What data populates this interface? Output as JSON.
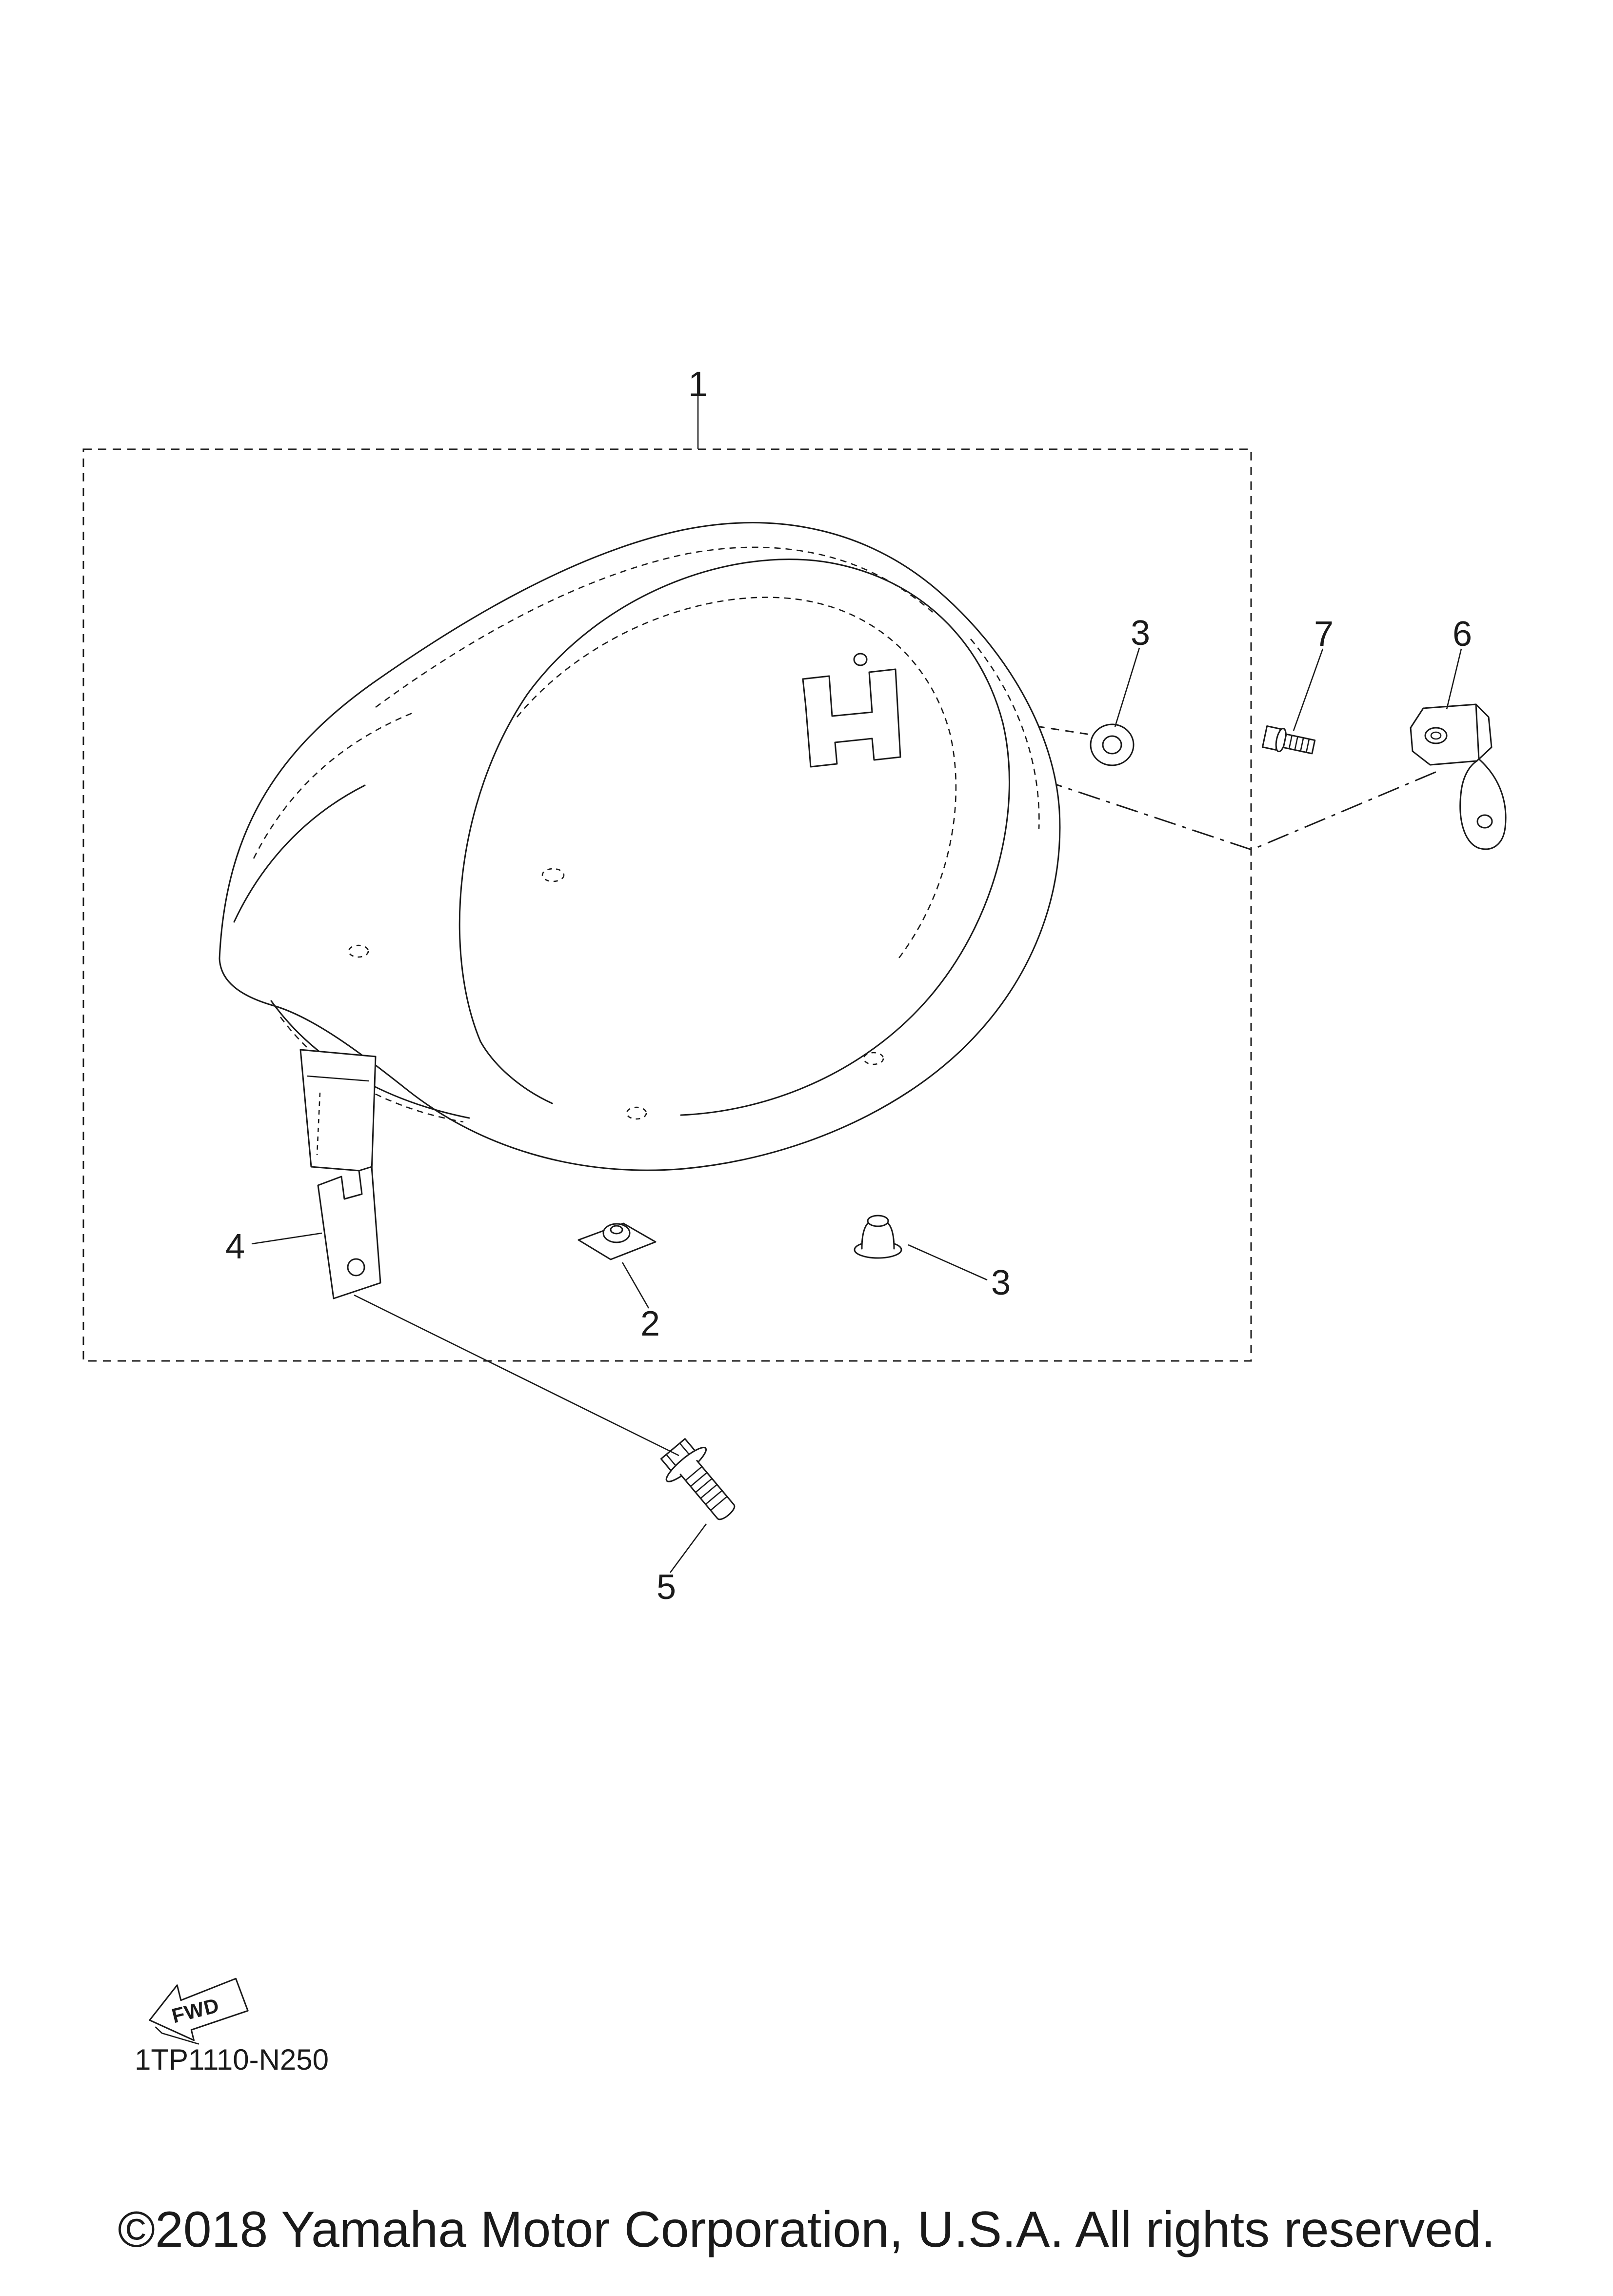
{
  "colors": {
    "background": "#ffffff",
    "line_art": "#1a1a1a"
  },
  "diagram": {
    "callouts": {
      "c1": "1",
      "c2": "2",
      "c3_upper": "3",
      "c3_lower": "3",
      "c4": "4",
      "c5": "5",
      "c6": "6",
      "c7": "7"
    },
    "fwd_label": "FWD",
    "part_code": "1TP1110-N250"
  },
  "footer": {
    "copyright": "©2018 Yamaha Motor Corporation, U.S.A. All rights reserved."
  }
}
